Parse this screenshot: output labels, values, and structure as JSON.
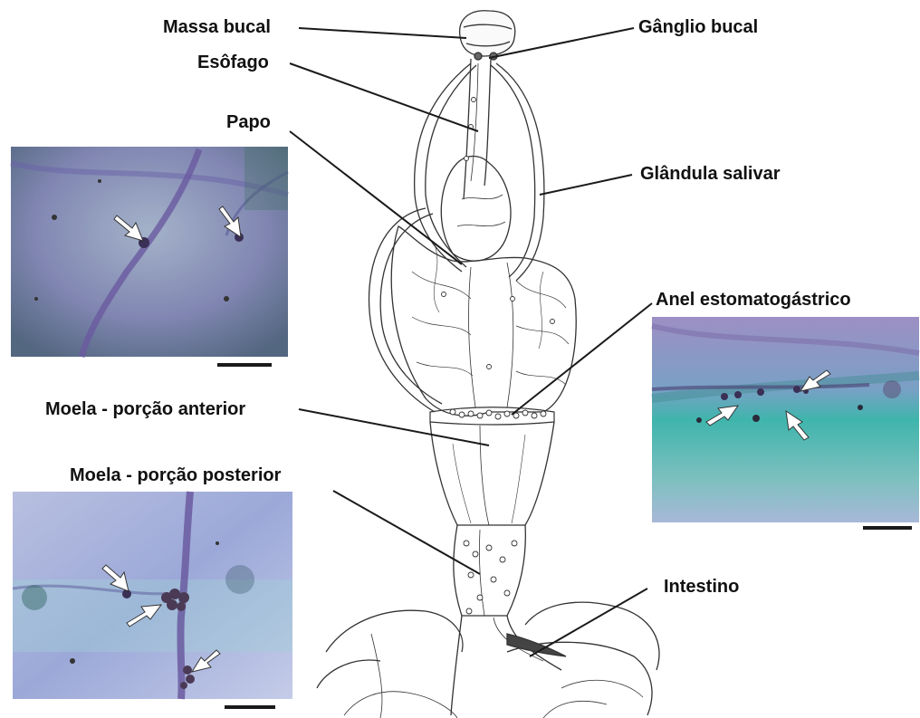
{
  "labels": {
    "massa_bucal": "Massa bucal",
    "ganglio_bucal": "Gânglio bucal",
    "esofago": "Esôfago",
    "papo": "Papo",
    "glandula_salivar": "Glândula salivar",
    "anel_estomatogastrico": "Anel estomatogástrico",
    "moela_anterior": "Moela - porção anterior",
    "moela_posterior": "Moela - porção posterior",
    "intestino": "Intestino"
  },
  "colors": {
    "label_text": "#111111",
    "leader_line": "#1a1a1a",
    "drawing_stroke": "#333333",
    "micro_violet": "#8a86c0",
    "micro_teal": "#4fb8b0",
    "micro_neuron": "#3a2f55",
    "arrow_fill": "#ffffff"
  },
  "micrographs": [
    {
      "id": "papo-micrograph",
      "arrows": 2
    },
    {
      "id": "moela-posterior-micrograph",
      "arrows": 3
    },
    {
      "id": "anel-micrograph",
      "arrows": 3
    }
  ]
}
